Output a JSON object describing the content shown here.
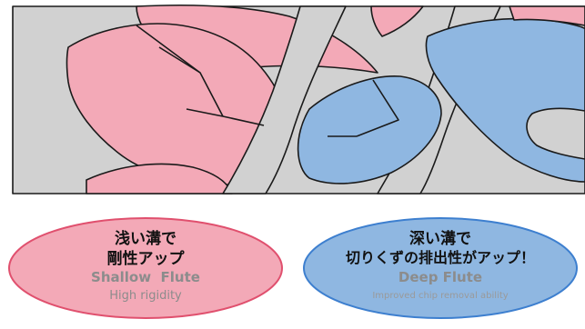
{
  "colors": {
    "shank_gray": "#d1d1d1",
    "shallow_pink": "#f3a9b7",
    "deep_blue": "#8fb7e1",
    "outline": "#1a1a1a",
    "shallow_bubble_border": "#e0506e",
    "deep_bubble_border": "#3d7fcf"
  },
  "shallow": {
    "title_line1": "浅い溝で",
    "title_line2": "剛性アップ",
    "name": "Shallow  Flute",
    "caption": "High rigidity"
  },
  "deep": {
    "title_line1": "深い溝で",
    "title_line2": "切りくずの排出性がアップ！",
    "name": "Deep Flute",
    "caption": "Improved chip removal ability"
  }
}
